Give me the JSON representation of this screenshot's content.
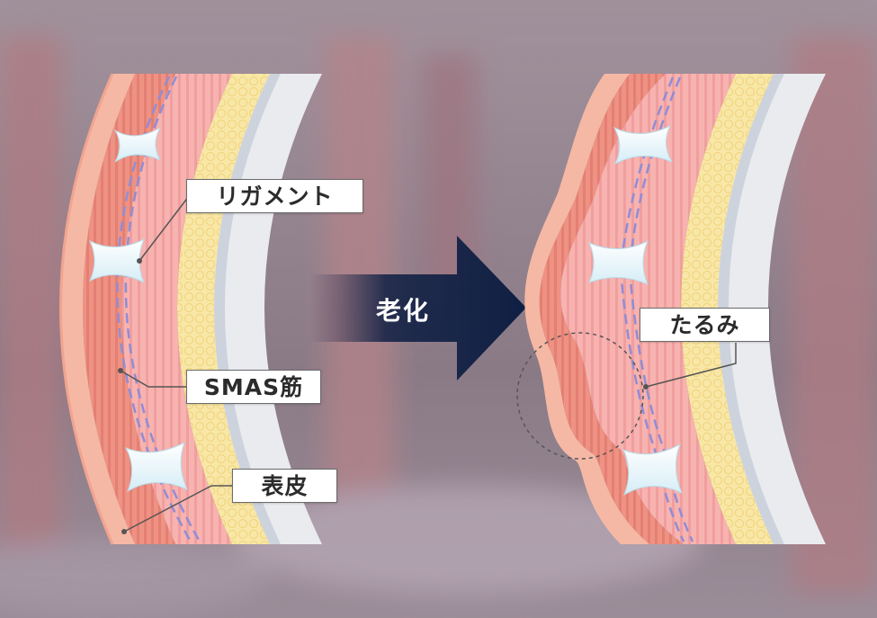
{
  "labels": {
    "ligament": "リガメント",
    "smas": "SMAS筋",
    "epidermis": "表皮",
    "sagging": "たるみ"
  },
  "arrow": {
    "text": "老化"
  },
  "colors": {
    "epidermis": "#f5b8a4",
    "muscle_dark": "#ee8f82",
    "muscle_light": "#f7b0ae",
    "fat": "#f7e39a",
    "bone": "#e9ebef",
    "arrow": "#0f1f43",
    "nerve": "#8f8dd6"
  }
}
